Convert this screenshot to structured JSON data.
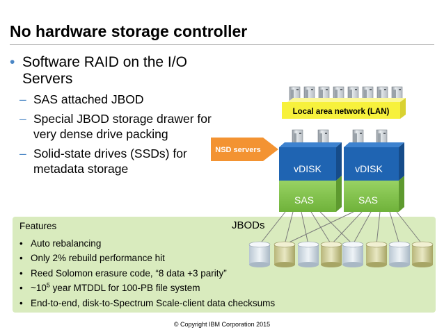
{
  "slide": {
    "title": "No hardware storage controller",
    "bullet": "Software RAID on the I/O Servers",
    "sub_bullets": [
      "SAS attached JBOD",
      "Special JBOD storage drawer for very dense drive packing",
      "Solid-state drives (SSDs) for metadata storage"
    ],
    "bullet_marker": "•",
    "sub_marker": "–"
  },
  "diagram": {
    "lan_label": "Local area network (LAN)",
    "nsd_label": "NSD servers",
    "vdisk_labels": [
      "vDISK",
      "vDISK"
    ],
    "sas_labels": [
      "SAS",
      "SAS"
    ],
    "jbods_label": "JBODs",
    "colors": {
      "lan": "#f7f13c",
      "nsd_arrow": "#f39332",
      "vdisk": "#1f64b2",
      "sas": "#80c341",
      "features_bg": "#d9ebbe",
      "bullet_marker": "#4a86c5"
    },
    "icons": [
      "server-icon",
      "disk-icon"
    ]
  },
  "features": {
    "heading": "Features",
    "marker": "•",
    "items": [
      "Auto rebalancing",
      "Only 2% rebuild performance hit",
      "Reed Solomon erasure code, “8 data +3 parity”"
    ],
    "mtddl": {
      "prefix": "~10",
      "exponent": "5",
      "suffix": " year MTDDL for 100-PB file system"
    },
    "last_item": "End-to-end, disk-to-Spectrum Scale-client data checksums"
  },
  "footer": {
    "copyright": "© Copyright IBM Corporation 2015"
  }
}
